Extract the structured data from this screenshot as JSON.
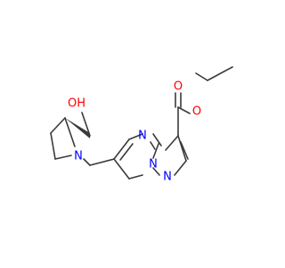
{
  "atoms": {
    "hydroxyl": "OH",
    "pyrrolidine_n": "N",
    "ester_carbonyl_o": "O",
    "ester_ether_o": "O",
    "ring_n_upper": "N",
    "ring_n_fused": "N",
    "pyrazole_n": "N"
  },
  "colors": {
    "bond": "#3a3a3a",
    "oxygen": "#ff0000",
    "nitrogen": "#0000ff",
    "background": "#ffffff"
  }
}
